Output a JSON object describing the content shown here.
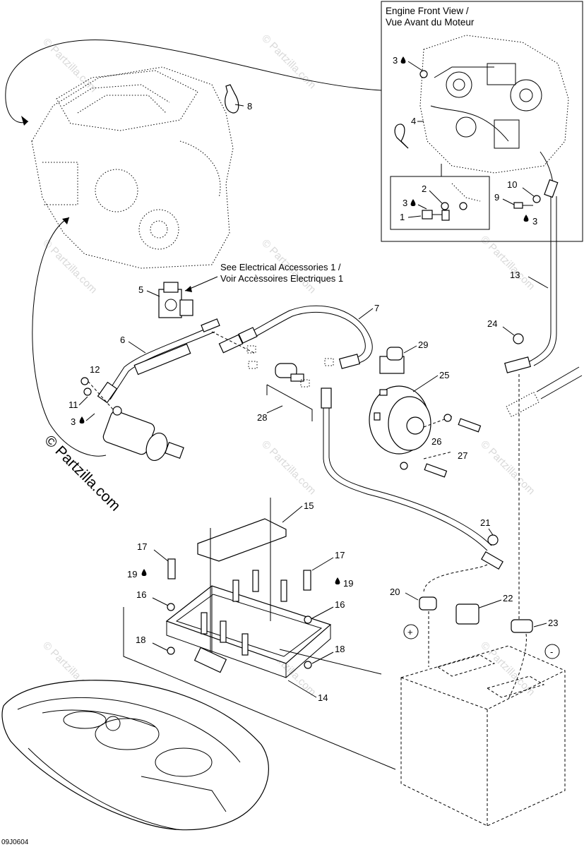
{
  "inset": {
    "title_line1": "Engine Front View /",
    "title_line2": "Vue Avant du Moteur"
  },
  "note": {
    "line1": "See Electrical Accessories 1 /",
    "line2": "Voir Accèssoires Electriques 1"
  },
  "callouts": {
    "c1": "1",
    "c2": "2",
    "c3": "3",
    "c4": "4",
    "c5": "5",
    "c6": "6",
    "c7": "7",
    "c8": "8",
    "c9": "9",
    "c10": "10",
    "c11": "11",
    "c12": "12",
    "c13": "13",
    "c14": "14",
    "c15": "15",
    "c16": "16",
    "c17": "17",
    "c18": "18",
    "c19": "19",
    "c20": "20",
    "c21": "21",
    "c22": "22",
    "c23": "23",
    "c24": "24",
    "c25": "25",
    "c26": "26",
    "c27": "27",
    "c28": "28",
    "c29": "29"
  },
  "terminals": {
    "positive": "+",
    "negative": "-"
  },
  "copyright": "© Partzilla.com",
  "watermark": "© Partzilla.com",
  "diagram_code": "09J0604"
}
